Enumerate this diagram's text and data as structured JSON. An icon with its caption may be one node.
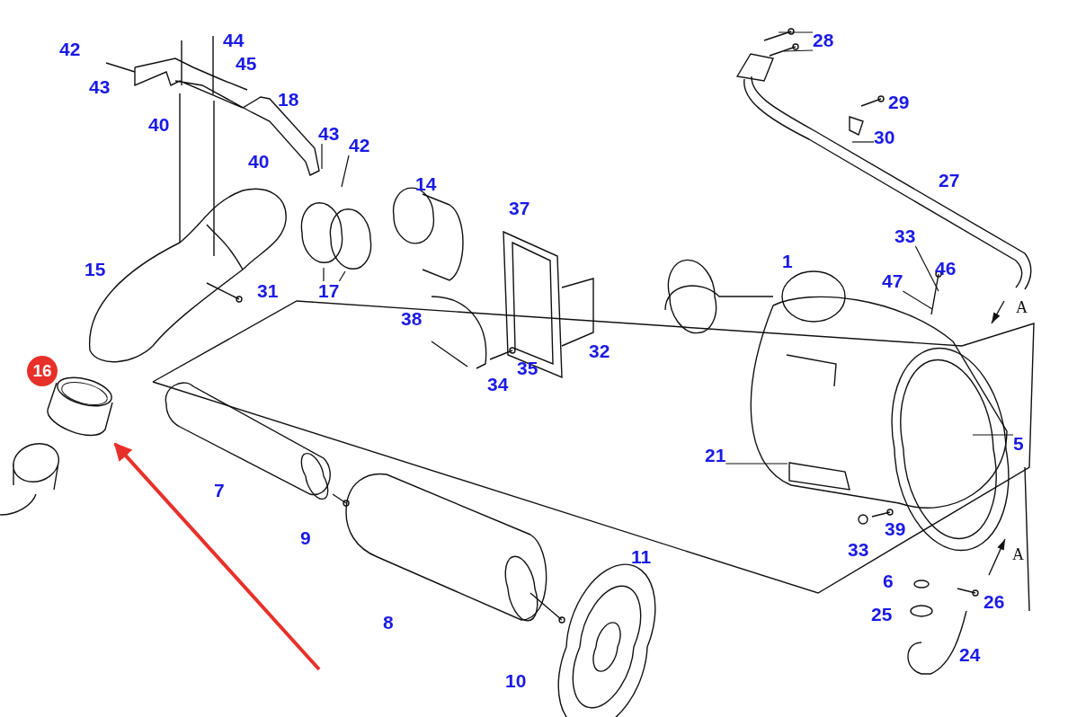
{
  "diagram": {
    "nodes": [
      {
        "text": [
          "16"
        ]
      },
      {
        "text": [],
        "shape": "picture"
      },
      {
        "text": [
          "28"
        ]
      },
      {
        "text": [
          "43"
        ]
      },
      {
        "text": [
          "42"
        ]
      },
      {
        "text": [
          "17"
        ]
      },
      {
        "text": [
          "30"
        ]
      },
      {
        "text": [
          "33"
        ]
      },
      {
        "text": [
          "47"
        ]
      },
      {
        "text": [
          "21"
        ]
      },
      {
        "text": [
          "5"
        ]
      }
    ],
    "edges": [
      {
        "from": null,
        "to": 1,
        "arrow": "to",
        "style": "thick",
        "color": "#e8302a"
      },
      {
        "from": 2,
        "to": null,
        "arrow": "none"
      },
      {
        "from": 2,
        "to": null,
        "arrow": "none"
      },
      {
        "from": 3,
        "to": null,
        "arrow": "none"
      },
      {
        "from": 4,
        "to": null,
        "arrow": "none"
      },
      {
        "from": 5,
        "to": null,
        "arrow": "none"
      },
      {
        "from": 5,
        "to": null,
        "arrow": "none"
      },
      {
        "from": 6,
        "to": null,
        "arrow": "none"
      },
      {
        "from": 7,
        "to": null,
        "arrow": "none"
      },
      {
        "from": 8,
        "to": null,
        "arrow": "none"
      },
      {
        "from": 9,
        "to": null,
        "arrow": "none"
      },
      {
        "from": 10,
        "to": null,
        "arrow": "none"
      }
    ],
    "labels": [
      "44",
      "42",
      "45",
      "43",
      "18",
      "40",
      "40",
      "14",
      "37",
      "15",
      "31",
      "38",
      "1",
      "46",
      "27",
      "29",
      "32",
      "35",
      "34",
      "7",
      "9",
      "39",
      "33",
      "11",
      "6",
      "26",
      "8",
      "25",
      "24",
      "10",
      "A",
      "A"
    ]
  }
}
